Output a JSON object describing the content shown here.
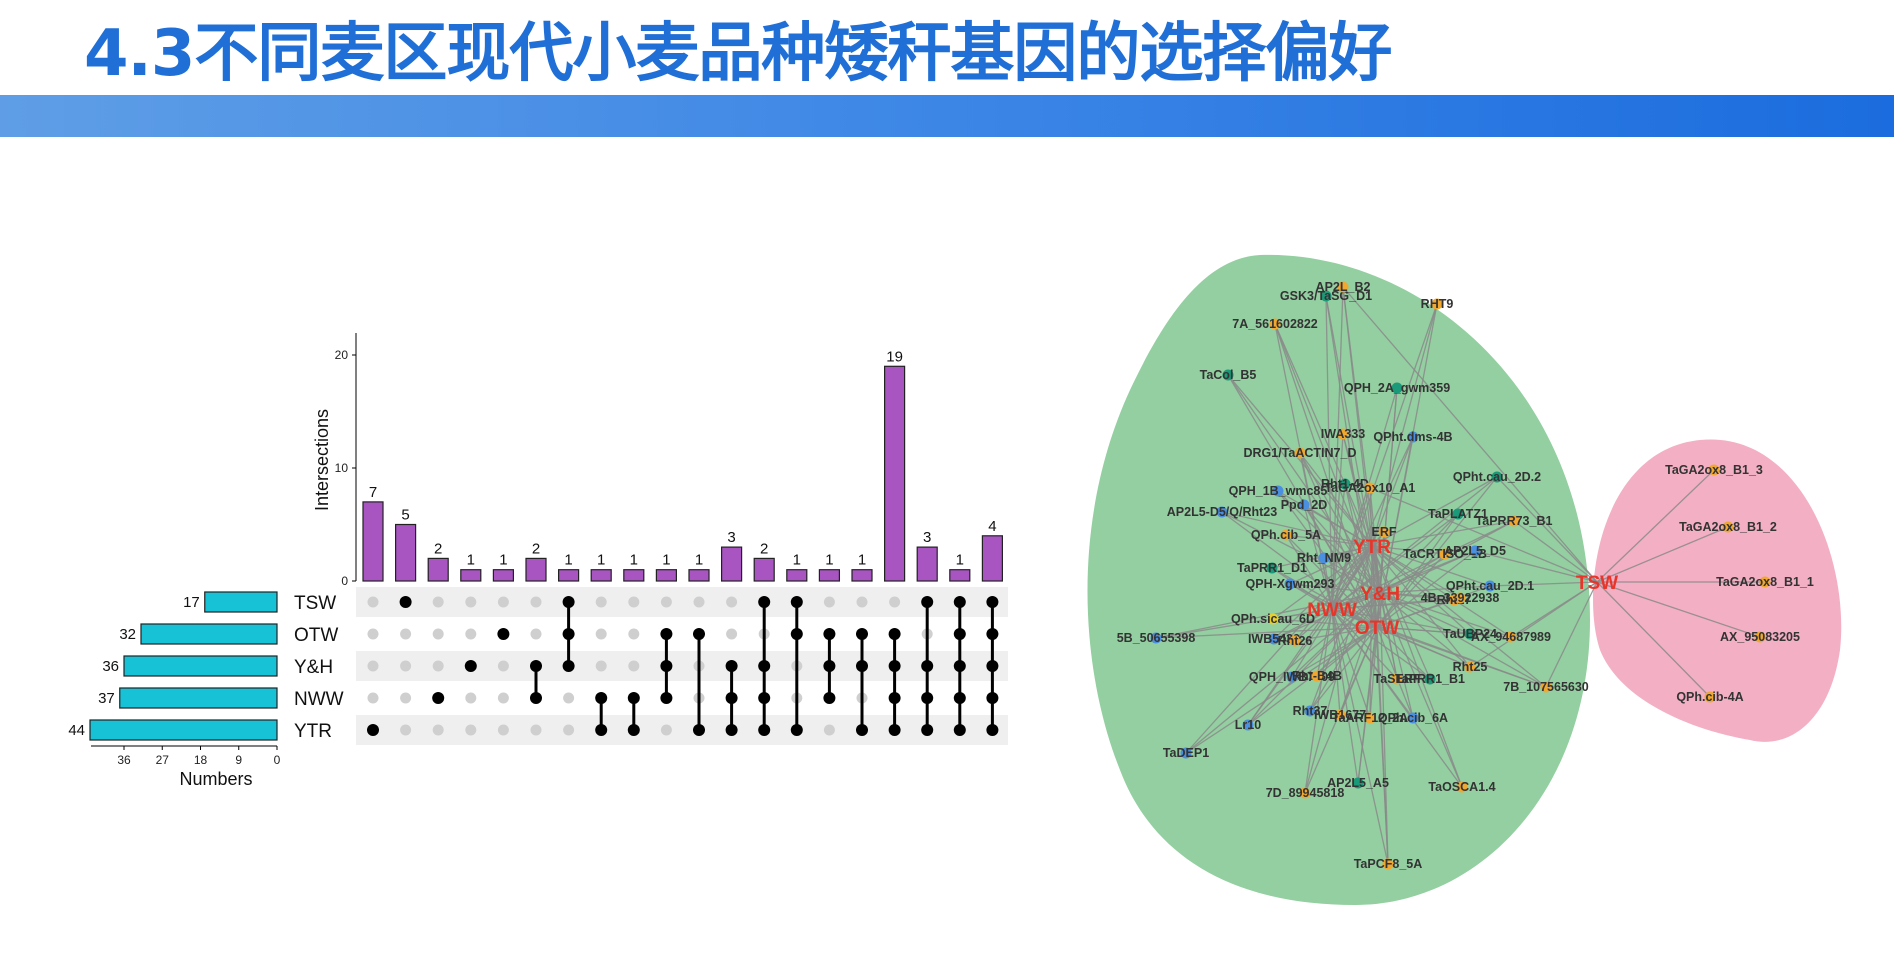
{
  "title": "4.3不同麦区现代小麦品种矮秆基因的选择偏好",
  "colors": {
    "title": "#1f6fd6",
    "bar": "#a855c2",
    "setbar": "#17c1d6",
    "green": "#93cfa0",
    "pink": "#f3afc4",
    "hub": "#e8352a"
  },
  "chart_data": [
    {
      "type": "bar",
      "subtype": "upset",
      "ylabel": "Intersections",
      "ylim": [
        0,
        20
      ],
      "yticks": [
        0,
        10,
        20
      ],
      "sets": [
        "TSW",
        "OTW",
        "Y&H",
        "NWW",
        "YTR"
      ],
      "set_sizes": [
        17,
        32,
        36,
        37,
        44
      ],
      "set_size_label": "Numbers",
      "set_size_ticks": [
        36,
        27,
        18,
        9,
        0
      ],
      "intersections": [
        {
          "value": 7,
          "members": [
            "YTR"
          ]
        },
        {
          "value": 5,
          "members": [
            "TSW"
          ]
        },
        {
          "value": 2,
          "members": [
            "NWW"
          ]
        },
        {
          "value": 1,
          "members": [
            "Y&H"
          ]
        },
        {
          "value": 1,
          "members": [
            "OTW"
          ]
        },
        {
          "value": 2,
          "members": [
            "Y&H",
            "NWW"
          ]
        },
        {
          "value": 1,
          "members": [
            "TSW",
            "OTW",
            "Y&H"
          ]
        },
        {
          "value": 1,
          "members": [
            "NWW",
            "YTR"
          ]
        },
        {
          "value": 1,
          "members": [
            "NWW",
            "YTR"
          ]
        },
        {
          "value": 1,
          "members": [
            "OTW",
            "Y&H",
            "NWW"
          ]
        },
        {
          "value": 1,
          "members": [
            "OTW",
            "YTR"
          ]
        },
        {
          "value": 3,
          "members": [
            "Y&H",
            "NWW",
            "YTR"
          ]
        },
        {
          "value": 2,
          "members": [
            "TSW",
            "Y&H",
            "NWW",
            "YTR"
          ]
        },
        {
          "value": 1,
          "members": [
            "TSW",
            "OTW",
            "YTR"
          ]
        },
        {
          "value": 1,
          "members": [
            "OTW",
            "Y&H",
            "NWW"
          ]
        },
        {
          "value": 1,
          "members": [
            "OTW",
            "Y&H",
            "YTR"
          ]
        },
        {
          "value": 19,
          "members": [
            "OTW",
            "Y&H",
            "NWW",
            "YTR"
          ]
        },
        {
          "value": 3,
          "members": [
            "TSW",
            "Y&H",
            "NWW",
            "YTR"
          ]
        },
        {
          "value": 1,
          "members": [
            "TSW",
            "OTW",
            "Y&H",
            "NWW",
            "YTR"
          ]
        },
        {
          "value": 4,
          "members": [
            "TSW",
            "OTW",
            "Y&H",
            "NWW",
            "YTR"
          ]
        }
      ]
    },
    {
      "type": "network",
      "hubs": [
        "YTR",
        "Y&H",
        "NWW",
        "OTW",
        "TSW"
      ],
      "nodes": [
        {
          "label": "GSK3/TaSG_D1",
          "color": "#1a9a78"
        },
        {
          "label": "AP2L_B2",
          "color": "#f0a830"
        },
        {
          "label": "RHT9",
          "color": "#f0a830"
        },
        {
          "label": "7A_561602822",
          "color": "#f0a830"
        },
        {
          "label": "TaCol_B5",
          "color": "#1a9a78"
        },
        {
          "label": "QPH_2A_gwm359",
          "color": "#1a9a78"
        },
        {
          "label": "IWA333",
          "color": "#f0a830"
        },
        {
          "label": "QPht.dms-4B",
          "color": "#4a8fe0"
        },
        {
          "label": "DRG1/TaACTIN7_D",
          "color": "#f0a830"
        },
        {
          "label": "QPH_1B_wmc85",
          "color": "#4a8fe0"
        },
        {
          "label": "Rht1-4D",
          "color": "#1a9a78"
        },
        {
          "label": "TaGA2ox10_A1",
          "color": "#f0a830"
        },
        {
          "label": "QPht.cau_2D.2",
          "color": "#1a9a78"
        },
        {
          "label": "Ppd_2D",
          "color": "#4a8fe0"
        },
        {
          "label": "AP2L5-D5/Q/Rht23",
          "color": "#4a8fe0"
        },
        {
          "label": "TaPLATZ1",
          "color": "#1a9a78"
        },
        {
          "label": "TaPRR73_B1",
          "color": "#f0a830"
        },
        {
          "label": "QPh.cib_5A",
          "color": "#f0a830"
        },
        {
          "label": "ERF",
          "color": "#f0a830"
        },
        {
          "label": "TaCRTISO_1B",
          "color": "#f0a830"
        },
        {
          "label": "AP2L5_D5",
          "color": "#4a8fe0"
        },
        {
          "label": "Rht_NM9",
          "color": "#4a8fe0"
        },
        {
          "label": "TaPRR1_D1",
          "color": "#1a9a78"
        },
        {
          "label": "QPH-Xgwm293",
          "color": "#4a8fe0"
        },
        {
          "label": "QPht.cau_2D.1",
          "color": "#4a8fe0"
        },
        {
          "label": "Rht27",
          "color": "#f0a830"
        },
        {
          "label": "4B_33922938",
          "color": "#f0a830"
        },
        {
          "label": "QPh.sicau_6D",
          "color": "#e8d028"
        },
        {
          "label": "TaUBP24",
          "color": "#1a9a78"
        },
        {
          "label": "AX_94687989",
          "color": "#f0a830"
        },
        {
          "label": "5B_50655398",
          "color": "#4a8fe0"
        },
        {
          "label": "IWB5439",
          "color": "#4a8fe0"
        },
        {
          "label": "Rht26",
          "color": "#f0a830"
        },
        {
          "label": "Rht25",
          "color": "#f0a830"
        },
        {
          "label": "QPH_IWB7409",
          "color": "#4a8fe0"
        },
        {
          "label": "Rht-B4B",
          "color": "#f0a830"
        },
        {
          "label": "TaSERF",
          "color": "#f0a830"
        },
        {
          "label": "TaPRR1_B1",
          "color": "#1a9a78"
        },
        {
          "label": "7B_107565630",
          "color": "#f0a830"
        },
        {
          "label": "Rht37",
          "color": "#4a8fe0"
        },
        {
          "label": "IWB1677",
          "color": "#f0a830"
        },
        {
          "label": "TaARF12_2A",
          "color": "#f0a830"
        },
        {
          "label": "QPh.cib_6A",
          "color": "#4a8fe0"
        },
        {
          "label": "Lr10",
          "color": "#4a8fe0"
        },
        {
          "label": "TaDEP1",
          "color": "#4a8fe0"
        },
        {
          "label": "AP2L5_A5",
          "color": "#1a9a78"
        },
        {
          "label": "TaOSCA1.4",
          "color": "#f0a830"
        },
        {
          "label": "7D_89945818",
          "color": "#f0a830"
        },
        {
          "label": "TaPCF8_5A",
          "color": "#f0a830"
        },
        {
          "label": "TaGA2ox8_B1_3",
          "color": "#f0a830"
        },
        {
          "label": "TaGA2ox8_B1_2",
          "color": "#f0a830"
        },
        {
          "label": "TaGA2ox8_B1_1",
          "color": "#f0a830"
        },
        {
          "label": "AX_95083205",
          "color": "#f0a830"
        },
        {
          "label": "QPh.cib-4A",
          "color": "#f0a830"
        }
      ]
    }
  ]
}
